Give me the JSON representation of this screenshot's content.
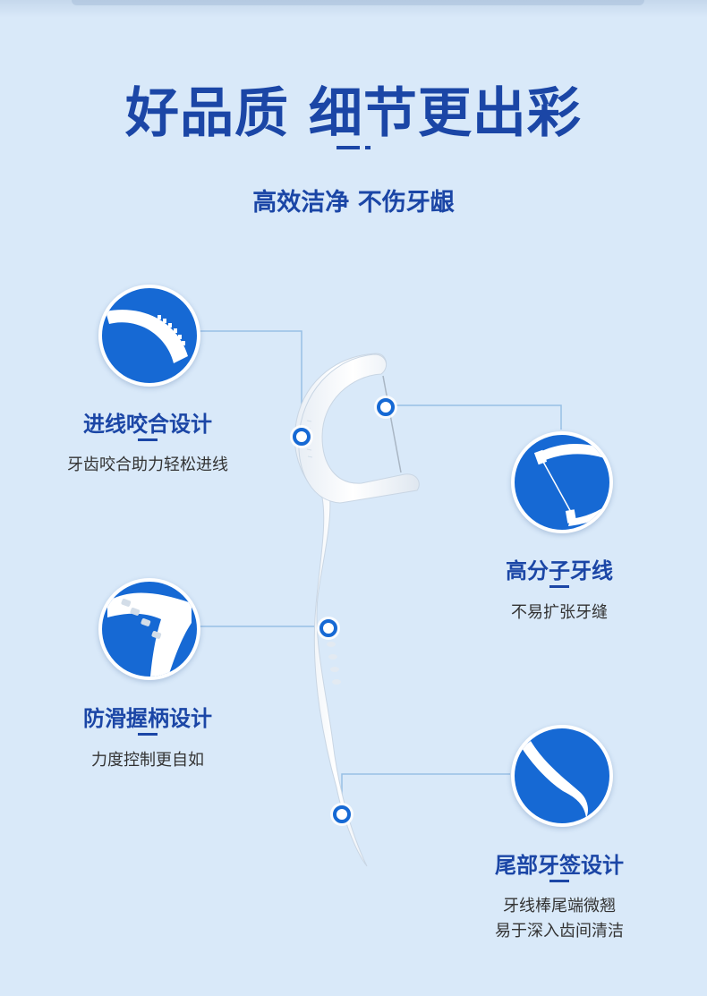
{
  "header": {
    "title": "好品质 细节更出彩",
    "subtitle": "高效洁净 不伤牙龈"
  },
  "features": [
    {
      "title": "进线咬合设计",
      "desc": [
        "牙齿咬合助力轻松进线"
      ]
    },
    {
      "title": "高分子牙线",
      "desc": [
        "不易扩张牙缝"
      ]
    },
    {
      "title": "防滑握柄设计",
      "desc": [
        "力度控制更自如"
      ]
    },
    {
      "title": "尾部牙签设计",
      "desc": [
        "牙线棒尾端微翘",
        "易于深入齿间清洁"
      ]
    }
  ],
  "colors": {
    "background": "#d9e9f9",
    "primary_blue": "#1b46a6",
    "circle_blue": "#1669d4",
    "product_white": "#ffffff"
  }
}
